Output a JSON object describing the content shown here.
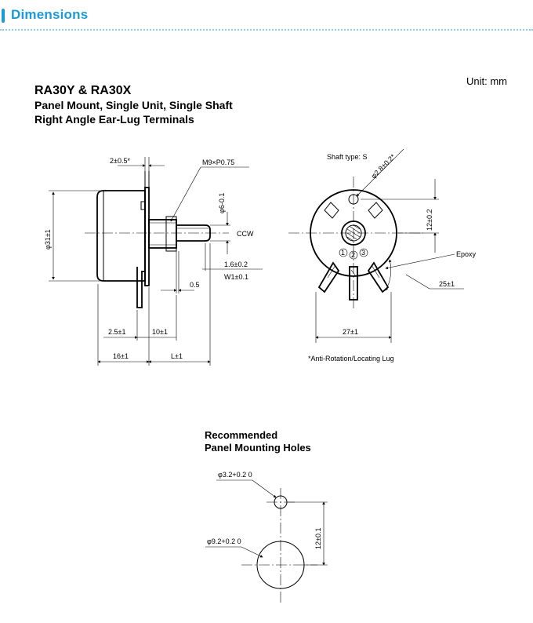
{
  "header": {
    "title": "Dimensions",
    "accent_color": "#1a9bd7"
  },
  "product": {
    "title": "RA30Y & RA30X",
    "subtitle1": "Panel Mount, Single Unit, Single Shaft",
    "subtitle2": "Right Angle Ear-Lug Terminals"
  },
  "unit_label": "Unit: mm",
  "side_view": {
    "tab_width": "2±0.5*",
    "thread": "M9×P0.75",
    "shaft_dia": "φ6-0.1",
    "body_dia": "φ31±1",
    "ccw": "CCW",
    "flat_depth": "1.6±0.2",
    "flat_width": "W1±0.1",
    "gap": "0.5",
    "bushing_len": "10±1",
    "lug_offset": "2.5±1",
    "body_len": "16±1",
    "shaft_len": "L±1"
  },
  "front_view": {
    "shaft_type": "Shaft type: S",
    "hole_dia": "φ2.8±0.2*",
    "hole_dist": "12±0.2",
    "epoxy": "Epoxy",
    "angle": "25±1",
    "terminal_span": "27±1",
    "terminal_numbers": [
      "1",
      "2",
      "3"
    ],
    "footnote": "*Anti-Rotation/Locating Lug"
  },
  "mounting": {
    "title1": "Recommended",
    "title2": "Panel Mounting Holes",
    "small_hole": "φ3.2+0.2 0",
    "large_hole": "φ9.2+0.2 0",
    "distance": "12±0.1"
  }
}
